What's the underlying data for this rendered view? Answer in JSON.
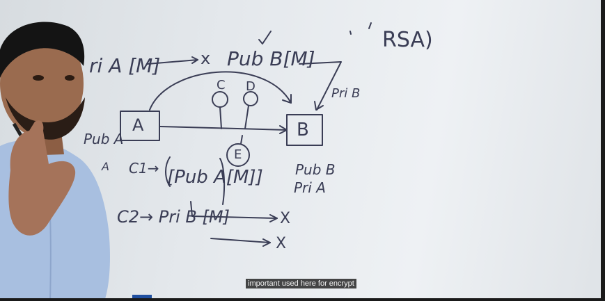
{
  "board": {
    "rsa": "RSA)",
    "top_left": "ri A [M]",
    "x_top": "x",
    "pub_b_m": "Pub B[M]",
    "pri_b_right": "Pri B",
    "letter_c": "C",
    "letter_d": "D",
    "box_a": "A",
    "box_b": "B",
    "pub_a": "Pub A",
    "left_a": "A",
    "eve": "E",
    "c1": "C1→",
    "c1_expr": "[Pub A[M]]",
    "pub_b_under": "Pub B",
    "pri_a_under": "Pri A",
    "c2": "C2→ Pri B [M]",
    "x_mid": "X",
    "x_bot": "X"
  },
  "caption": "important used here for encrypt",
  "colors": {
    "ink": "#3a3d55",
    "shirt": "#a8bfe0",
    "skin": "#9a6b4f",
    "hair": "#141414",
    "caption_bg": "#141414"
  }
}
